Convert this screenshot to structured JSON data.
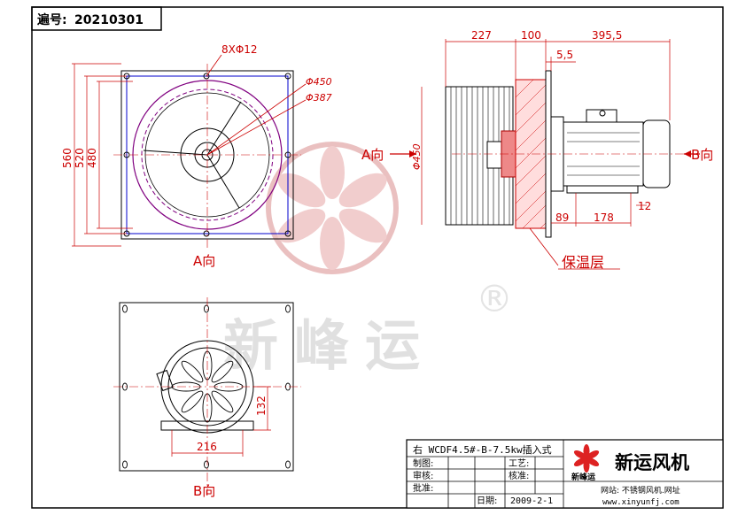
{
  "header": {
    "code_label": "遍号:",
    "code_value": "20210301"
  },
  "watermark": {
    "brand": "新峰运",
    "registered": "®"
  },
  "front_view": {
    "label": "A向",
    "dim_holes": "8XΦ12",
    "dim_d450": "Φ450",
    "dim_d387": "Φ387",
    "dim_560": "560",
    "dim_520": "520",
    "dim_480": "480"
  },
  "side_view": {
    "dim_227": "227",
    "dim_100": "100",
    "dim_395_5": "395,5",
    "dim_5_5": "5,5",
    "dim_d450": "Φ450",
    "dim_89": "89",
    "dim_178": "178",
    "dim_12": "12",
    "label_a": "A向",
    "label_b": "B向",
    "insulation": "保温层"
  },
  "back_view": {
    "label": "B向",
    "dim_216": "216",
    "dim_132": "132"
  },
  "title_block": {
    "model": "右 WCDF4.5#-B-7.5kw插入式",
    "row_draw": "制图:",
    "row_craft": "工艺:",
    "row_check": "审核:",
    "row_verify": "核准:",
    "row_approve": "批准:",
    "row_date_label": "日期:",
    "date": "2009-2-1",
    "company": "新运风机",
    "logo_text": "新峰运",
    "site_line": "网站: 不锈钢风机.网址",
    "url": "www.xinyunfj.com"
  },
  "colors": {
    "line": "#000000",
    "dim_red": "#cc0000",
    "blue": "#0000cc",
    "purple": "#800080",
    "watermark": "#d9a0a0"
  }
}
